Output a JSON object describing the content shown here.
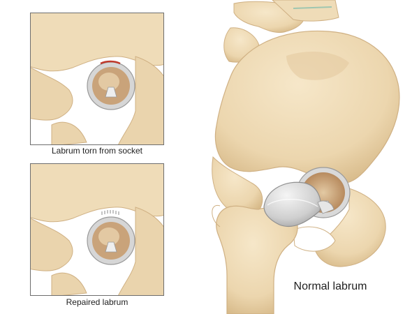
{
  "figure": {
    "insets": [
      {
        "caption": "Labrum torn from socket",
        "labrum_state": "torn"
      },
      {
        "caption": "Repaired labrum",
        "labrum_state": "repaired"
      }
    ],
    "main_label": "Normal labrum"
  },
  "colors": {
    "bone_light": "#f3e2c2",
    "bone_mid": "#e8d1a8",
    "bone_shadow": "#d7bb8c",
    "cartilage": "#d9d9d9",
    "socket_inner": "#c9a37a",
    "tear": "#c0392b",
    "outline": "#6e6e6e"
  }
}
